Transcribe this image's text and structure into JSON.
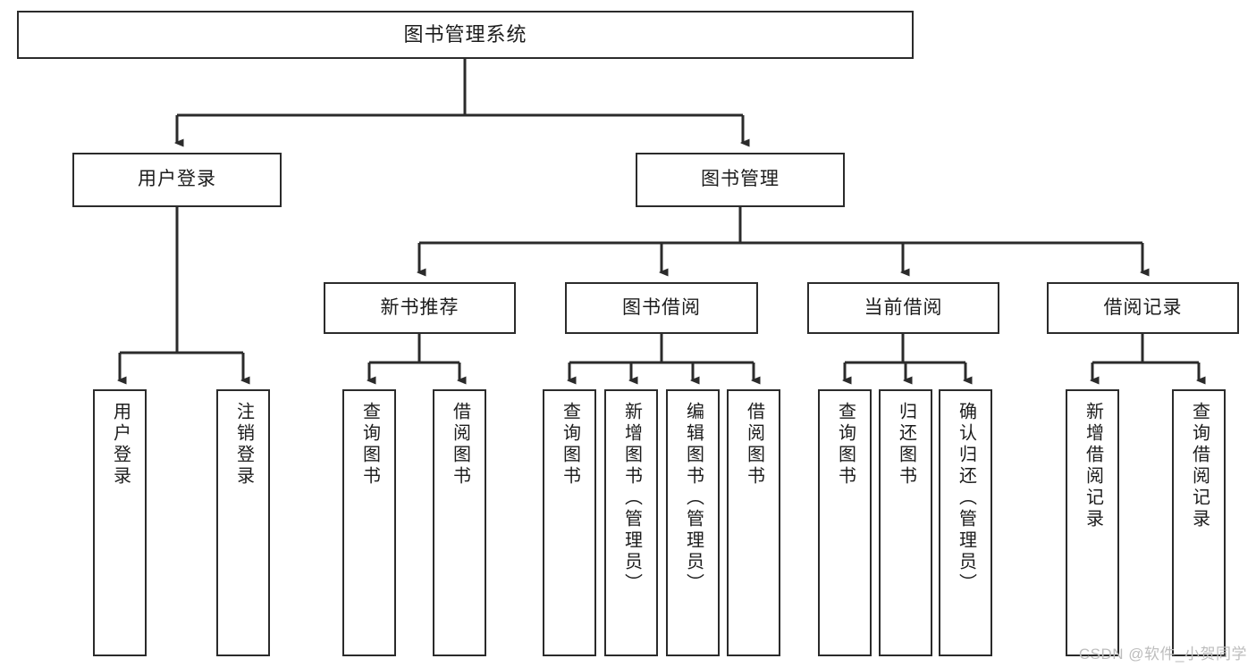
{
  "diagram": {
    "type": "hierarchy-tree",
    "title": "图书管理系统",
    "watermark": "CSDN @软件_小贺同学",
    "nodes": {
      "root": {
        "label": "图书管理系统"
      },
      "level2": [
        {
          "label": "用户登录"
        },
        {
          "label": "图书管理"
        }
      ],
      "level3": [
        {
          "label": "新书推荐"
        },
        {
          "label": "图书借阅"
        },
        {
          "label": "当前借阅"
        },
        {
          "label": "借阅记录"
        }
      ],
      "leaves": {
        "user_login": [
          {
            "label": "用户登录"
          },
          {
            "label": "注销登录"
          }
        ],
        "new_book_recommend": [
          {
            "label": "查询图书"
          },
          {
            "label": "借阅图书"
          }
        ],
        "book_borrow": [
          {
            "label": "查询图书"
          },
          {
            "label": "新增图书（管理员）"
          },
          {
            "label": "编辑图书（管理员）"
          },
          {
            "label": "借阅图书"
          }
        ],
        "current_borrow": [
          {
            "label": "查询图书"
          },
          {
            "label": "归还图书"
          },
          {
            "label": "确认归还（管理员）"
          }
        ],
        "borrow_record": [
          {
            "label": "新增借阅记录"
          },
          {
            "label": "查询借阅记录"
          }
        ]
      }
    },
    "colors": {
      "stroke": "#2b2b2b",
      "fill": "#ffffff",
      "text": "#1c1c1c",
      "watermark": "#bdbdbd"
    }
  }
}
